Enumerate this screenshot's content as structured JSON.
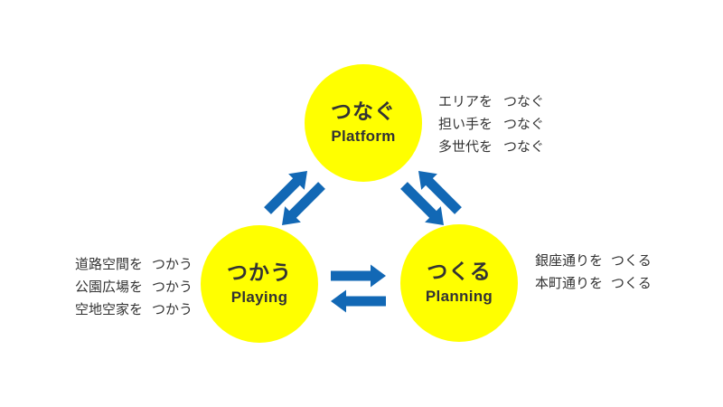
{
  "colors": {
    "circle_fill": "#FFFF00",
    "arrow_blue": "#1268B5",
    "text_dark": "#333333"
  },
  "circles": {
    "platform": {
      "jp": "つなぐ",
      "en": "Platform"
    },
    "playing": {
      "jp": "つかう",
      "en": "Playing"
    },
    "planning": {
      "jp": "つくる",
      "en": "Planning"
    }
  },
  "notes": {
    "platform": {
      "rows": [
        {
          "item": "エリアを",
          "verb": "つなぐ"
        },
        {
          "item": "担い手を",
          "verb": "つなぐ"
        },
        {
          "item": "多世代を",
          "verb": "つなぐ"
        }
      ]
    },
    "playing": {
      "rows": [
        {
          "item": "道路空間を",
          "verb": "つかう"
        },
        {
          "item": "公園広場を",
          "verb": "つかう"
        },
        {
          "item": "空地空家を",
          "verb": "つかう"
        }
      ]
    },
    "planning": {
      "rows": [
        {
          "item": "銀座通りを",
          "verb": "つくる"
        },
        {
          "item": "本町通りを",
          "verb": "つくる"
        }
      ]
    }
  }
}
